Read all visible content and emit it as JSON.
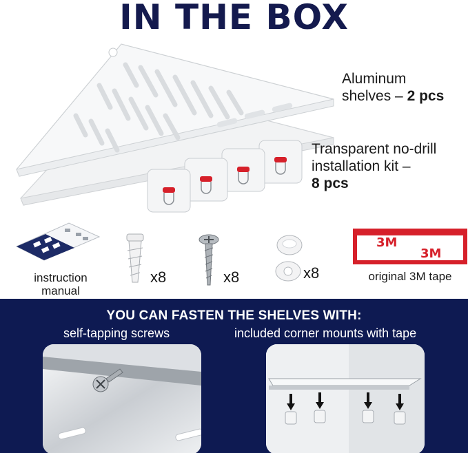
{
  "title": "IN THE BOX",
  "shelves_label": {
    "line1": "Aluminum",
    "line2": "shelves – ",
    "qty": "2 pcs"
  },
  "kit_label": {
    "line1": "Transparent no-drill",
    "line2": "installation kit –",
    "qty": "8 pcs"
  },
  "accessories": {
    "manual": {
      "line1": "instruction",
      "line2": "manual"
    },
    "anchors": {
      "count": "x8"
    },
    "screws": {
      "count": "x8"
    },
    "caps": {
      "count": "x8"
    },
    "tape": {
      "caption": "original 3M tape",
      "brand": "3M"
    }
  },
  "panel": {
    "title": "YOU CAN FASTEN THE SHELVES WITH:",
    "left_caption": "self-tapping screws",
    "right_caption": "included corner mounts with tape"
  },
  "colors": {
    "navy": "#0e1a52",
    "title_navy": "#141a4e",
    "tape_red": "#d6202a"
  }
}
